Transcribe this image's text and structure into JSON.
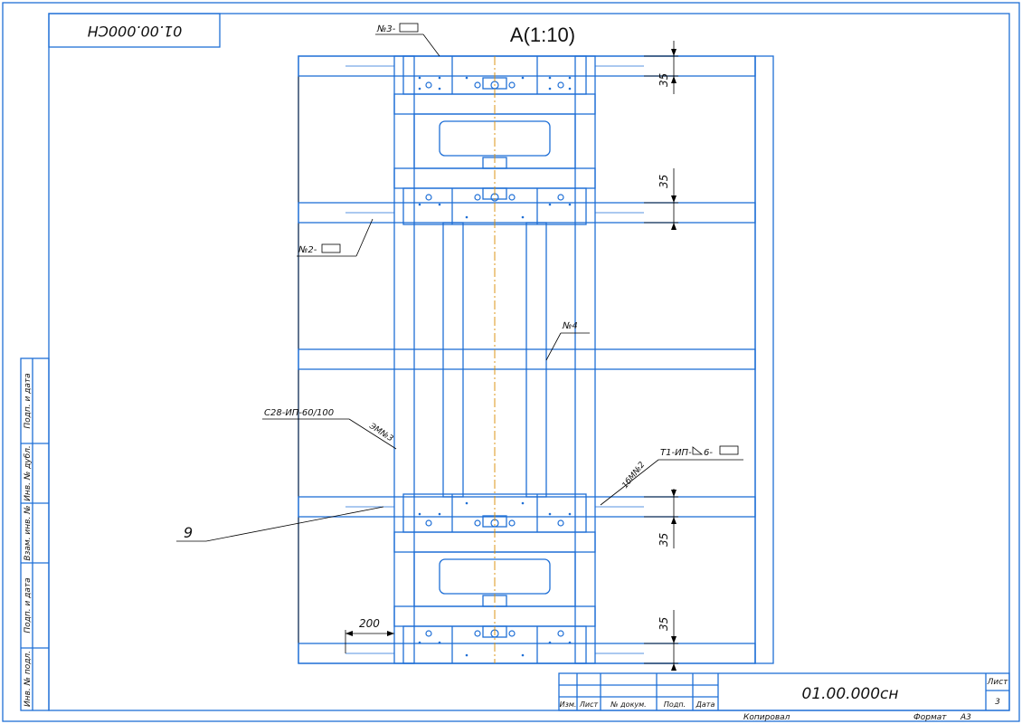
{
  "top_stamp": "01.00.000CH",
  "view_title": "A(1:10)",
  "side_stamps": [
    "Подп. и дата",
    "Инв. № дубл.",
    "Взам. инв. №",
    "Подп. и дата",
    "Инв. № подл."
  ],
  "callouts": {
    "seam3": "№3-",
    "seam2": "№2-",
    "seam4": "№4",
    "weld": "С28-ИП-60/100",
    "weld_sub": "ЭМ№3",
    "t1": "Т1-ИП-",
    "t1_tail": "6-",
    "t1_sub": "1бМ№2",
    "item9": "9"
  },
  "dimensions": {
    "d1": "35",
    "d2": "35",
    "d3": "35",
    "d4": "35",
    "d200": "200"
  },
  "title_block": {
    "designation": "01.00.000сн",
    "sheet_label": "Лист",
    "sheet_number": "3",
    "col_headers": [
      "Изм.",
      "Лист",
      "№ докум.",
      "Подп.",
      "Дата"
    ],
    "copied": "Копировал",
    "format_label": "Формат",
    "format_value": "А3"
  },
  "colors": {
    "line": "#1f6fd6",
    "axis": "#d98c00",
    "ink": "#000000"
  }
}
